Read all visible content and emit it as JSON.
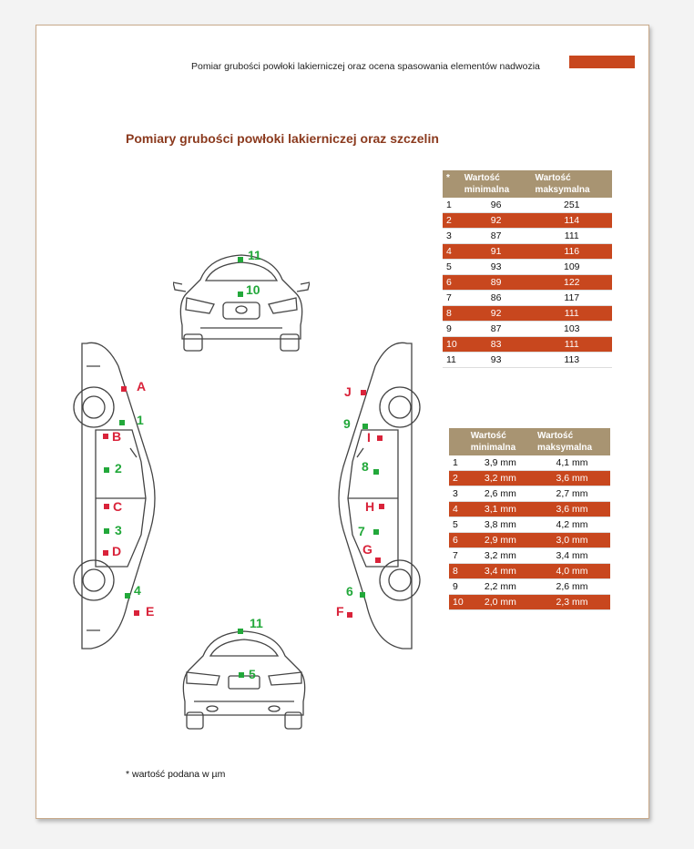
{
  "header": {
    "text": "Pomiar grubości  powłoki lakierniczej oraz ocena spasowania elementów nadwozia",
    "accent_color": "#c8471e"
  },
  "title": "Pomiary  grubości  powłoki  lakierniczej  oraz  szczelin",
  "colors": {
    "header_bg": "#a89472",
    "row_accent": "#c8471e",
    "green_marker": "#22a83a",
    "red_marker": "#d9233a"
  },
  "table1": {
    "headers": [
      "*",
      "Wartość minimalna",
      "Wartość maksymalna"
    ],
    "rows": [
      [
        "1",
        "96",
        "251"
      ],
      [
        "2",
        "92",
        "114"
      ],
      [
        "3",
        "87",
        "111"
      ],
      [
        "4",
        "91",
        "116"
      ],
      [
        "5",
        "93",
        "109"
      ],
      [
        "6",
        "89",
        "122"
      ],
      [
        "7",
        "86",
        "117"
      ],
      [
        "8",
        "92",
        "111"
      ],
      [
        "9",
        "87",
        "103"
      ],
      [
        "10",
        "83",
        "111"
      ],
      [
        "11",
        "93",
        "113"
      ]
    ]
  },
  "table2": {
    "headers": [
      "",
      "Wartość minimalna",
      "Wartość maksymalna"
    ],
    "rows": [
      [
        "1",
        "3,9 mm",
        "4,1 mm"
      ],
      [
        "2",
        "3,2 mm",
        "3,6 mm"
      ],
      [
        "3",
        "2,6 mm",
        "2,7 mm"
      ],
      [
        "4",
        "3,1 mm",
        "3,6 mm"
      ],
      [
        "5",
        "3,8 mm",
        "4,2 mm"
      ],
      [
        "6",
        "2,9 mm",
        "3,0 mm"
      ],
      [
        "7",
        "3,2 mm",
        "3,4 mm"
      ],
      [
        "8",
        "3,4 mm",
        "4,0 mm"
      ],
      [
        "9",
        "2,2 mm",
        "2,6 mm"
      ],
      [
        "10",
        "2,0 mm",
        "2,3 mm"
      ]
    ]
  },
  "markers": {
    "green": [
      "11",
      "10",
      "1",
      "2",
      "3",
      "4",
      "9",
      "8",
      "7",
      "6",
      "11",
      "5"
    ],
    "red": [
      "A",
      "B",
      "C",
      "D",
      "E",
      "J",
      "I",
      "H",
      "G",
      "F"
    ]
  },
  "footnote": "*  wartość podana  w µm"
}
